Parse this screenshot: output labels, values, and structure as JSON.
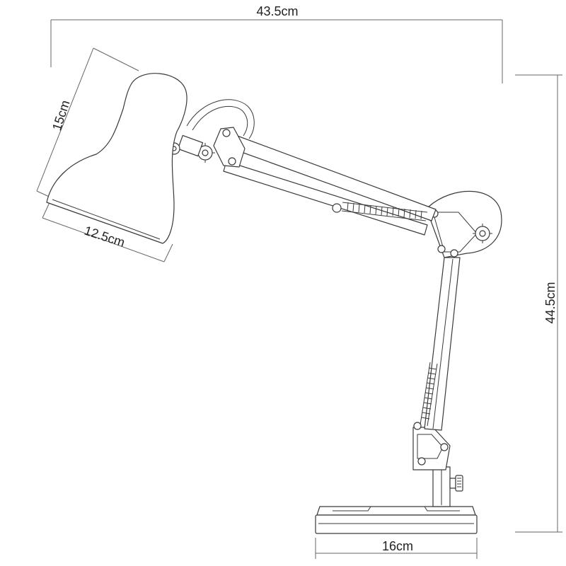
{
  "dimensions": {
    "total_width": "43.5cm",
    "shade_height": "15cm",
    "shade_width": "12.5cm",
    "total_height": "44.5cm",
    "base_width": "16cm"
  }
}
